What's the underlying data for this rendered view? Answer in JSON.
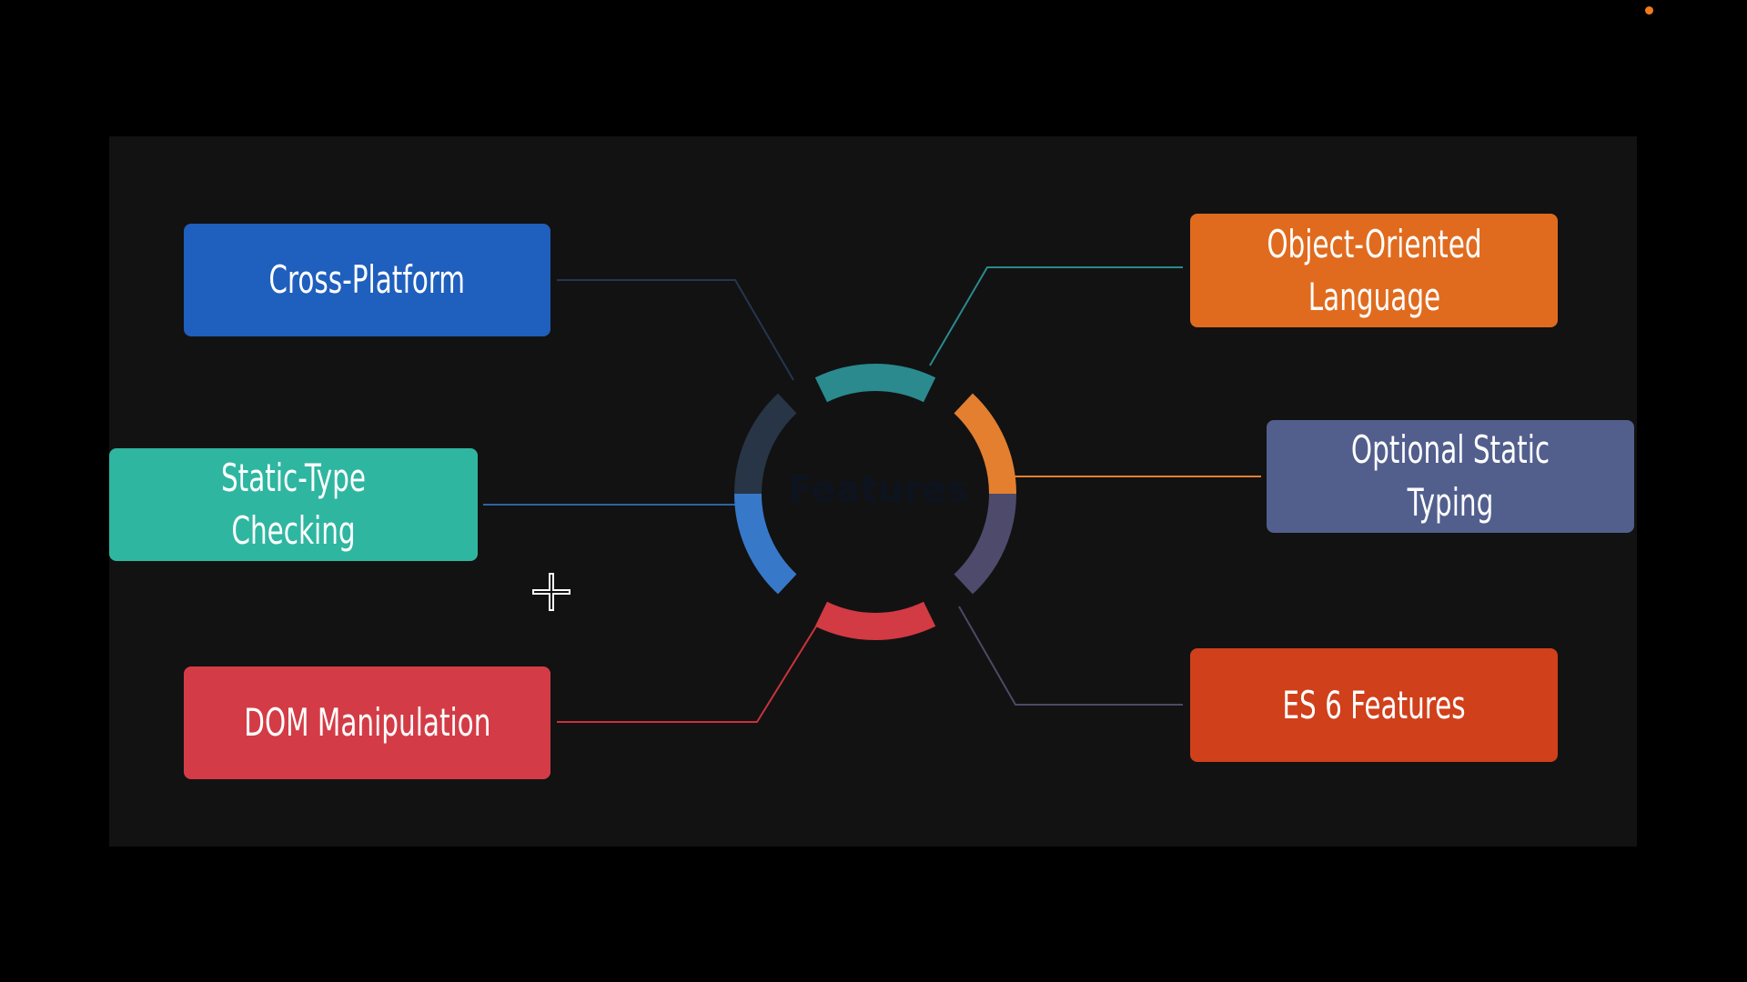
{
  "hub": {
    "label": "Features"
  },
  "features": [
    {
      "id": "cross-platform",
      "label": "Cross-Platform",
      "color": "#1f5fbd"
    },
    {
      "id": "static-type-checking",
      "label": "Static-Type Checking",
      "color": "#2fb6a0"
    },
    {
      "id": "dom-manipulation",
      "label": "DOM Manipulation",
      "color": "#d33c46"
    },
    {
      "id": "object-oriented-language",
      "label": "Object-Oriented\nLanguage",
      "color": "#e06b1e"
    },
    {
      "id": "optional-static-typing",
      "label": "Optional Static Typing",
      "color": "#525f8d"
    },
    {
      "id": "es6-features",
      "label": "ES 6 Features",
      "color": "#d0401b"
    }
  ],
  "ring_segment_colors": {
    "top": "#2a8a8e",
    "upper_right": "#e37f2f",
    "lower_right": "#4e4a6c",
    "bottom": "#d23a44",
    "lower_left": "#3878c8",
    "upper_left": "#283547"
  },
  "connector_colors": {
    "cross-platform": "#253650",
    "static-type-checking": "#2e63a6",
    "dom-manipulation": "#c8333d",
    "object-oriented-language": "#2a8a8e",
    "optional-static-typing": "#e37f2f",
    "es6-features": "#4a4a66"
  },
  "background": {
    "outer": "#000000",
    "slide": "#121212",
    "recording_indicator": "#f07b1f"
  }
}
